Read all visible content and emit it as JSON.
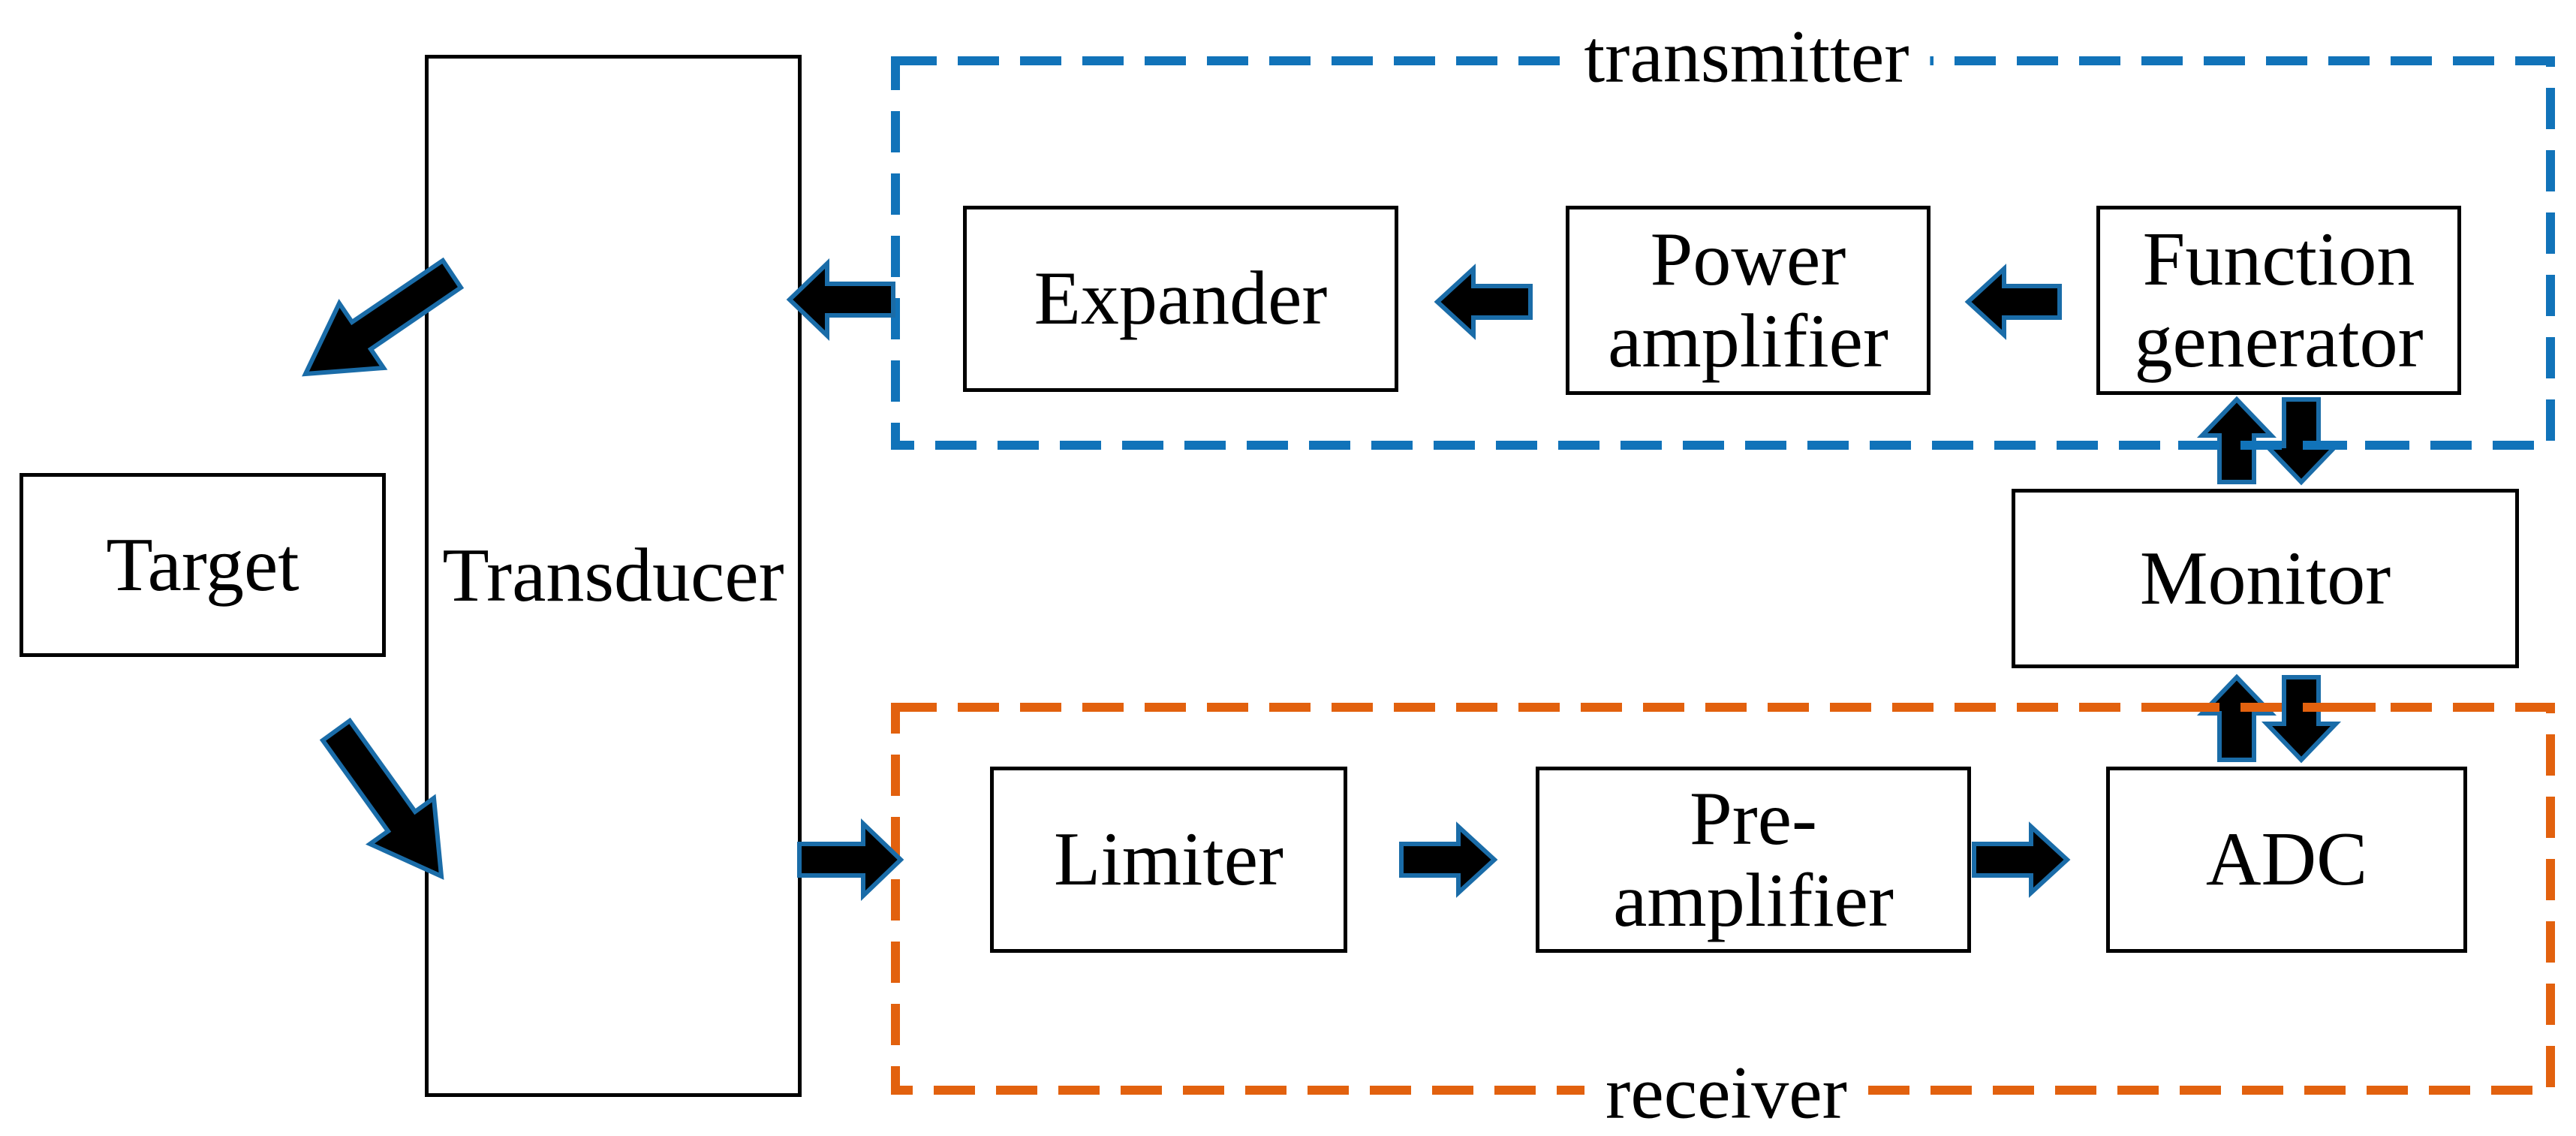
{
  "colors": {
    "transmitter_border": "#1173B9",
    "receiver_border": "#E2610E",
    "arrow_fill": "#000000",
    "arrow_outline": "#1A6CA8",
    "box_border": "#000000",
    "text": "#000000",
    "background": "#FFFFFF"
  },
  "groups": {
    "transmitter": {
      "label": "transmitter"
    },
    "receiver": {
      "label": "receiver"
    }
  },
  "boxes": {
    "target": {
      "label": "Target"
    },
    "transducer": {
      "label": "Transducer"
    },
    "expander": {
      "label": "Expander"
    },
    "power_amplifier": {
      "label": "Power amplifier"
    },
    "function_generator": {
      "label": "Function generator"
    },
    "monitor": {
      "label": "Monitor"
    },
    "limiter": {
      "label": "Limiter"
    },
    "pre_amplifier": {
      "label": "Pre-amplifier"
    },
    "adc": {
      "label": "ADC"
    }
  },
  "arrows": [
    {
      "name": "arrow-transducer-to-target",
      "direction": "down-left"
    },
    {
      "name": "arrow-target-to-transducer",
      "direction": "down-right"
    },
    {
      "name": "arrow-expander-to-transducer",
      "direction": "left"
    },
    {
      "name": "arrow-power-amplifier-to-expander",
      "direction": "left"
    },
    {
      "name": "arrow-function-generator-to-power-amplifier",
      "direction": "left"
    },
    {
      "name": "arrow-monitor-to-function-generator",
      "direction": "up"
    },
    {
      "name": "arrow-function-generator-to-monitor",
      "direction": "down"
    },
    {
      "name": "arrow-transducer-to-limiter",
      "direction": "right"
    },
    {
      "name": "arrow-limiter-to-pre-amplifier",
      "direction": "right"
    },
    {
      "name": "arrow-pre-amplifier-to-adc",
      "direction": "right"
    },
    {
      "name": "arrow-adc-to-monitor",
      "direction": "up"
    },
    {
      "name": "arrow-monitor-to-adc",
      "direction": "down"
    }
  ]
}
